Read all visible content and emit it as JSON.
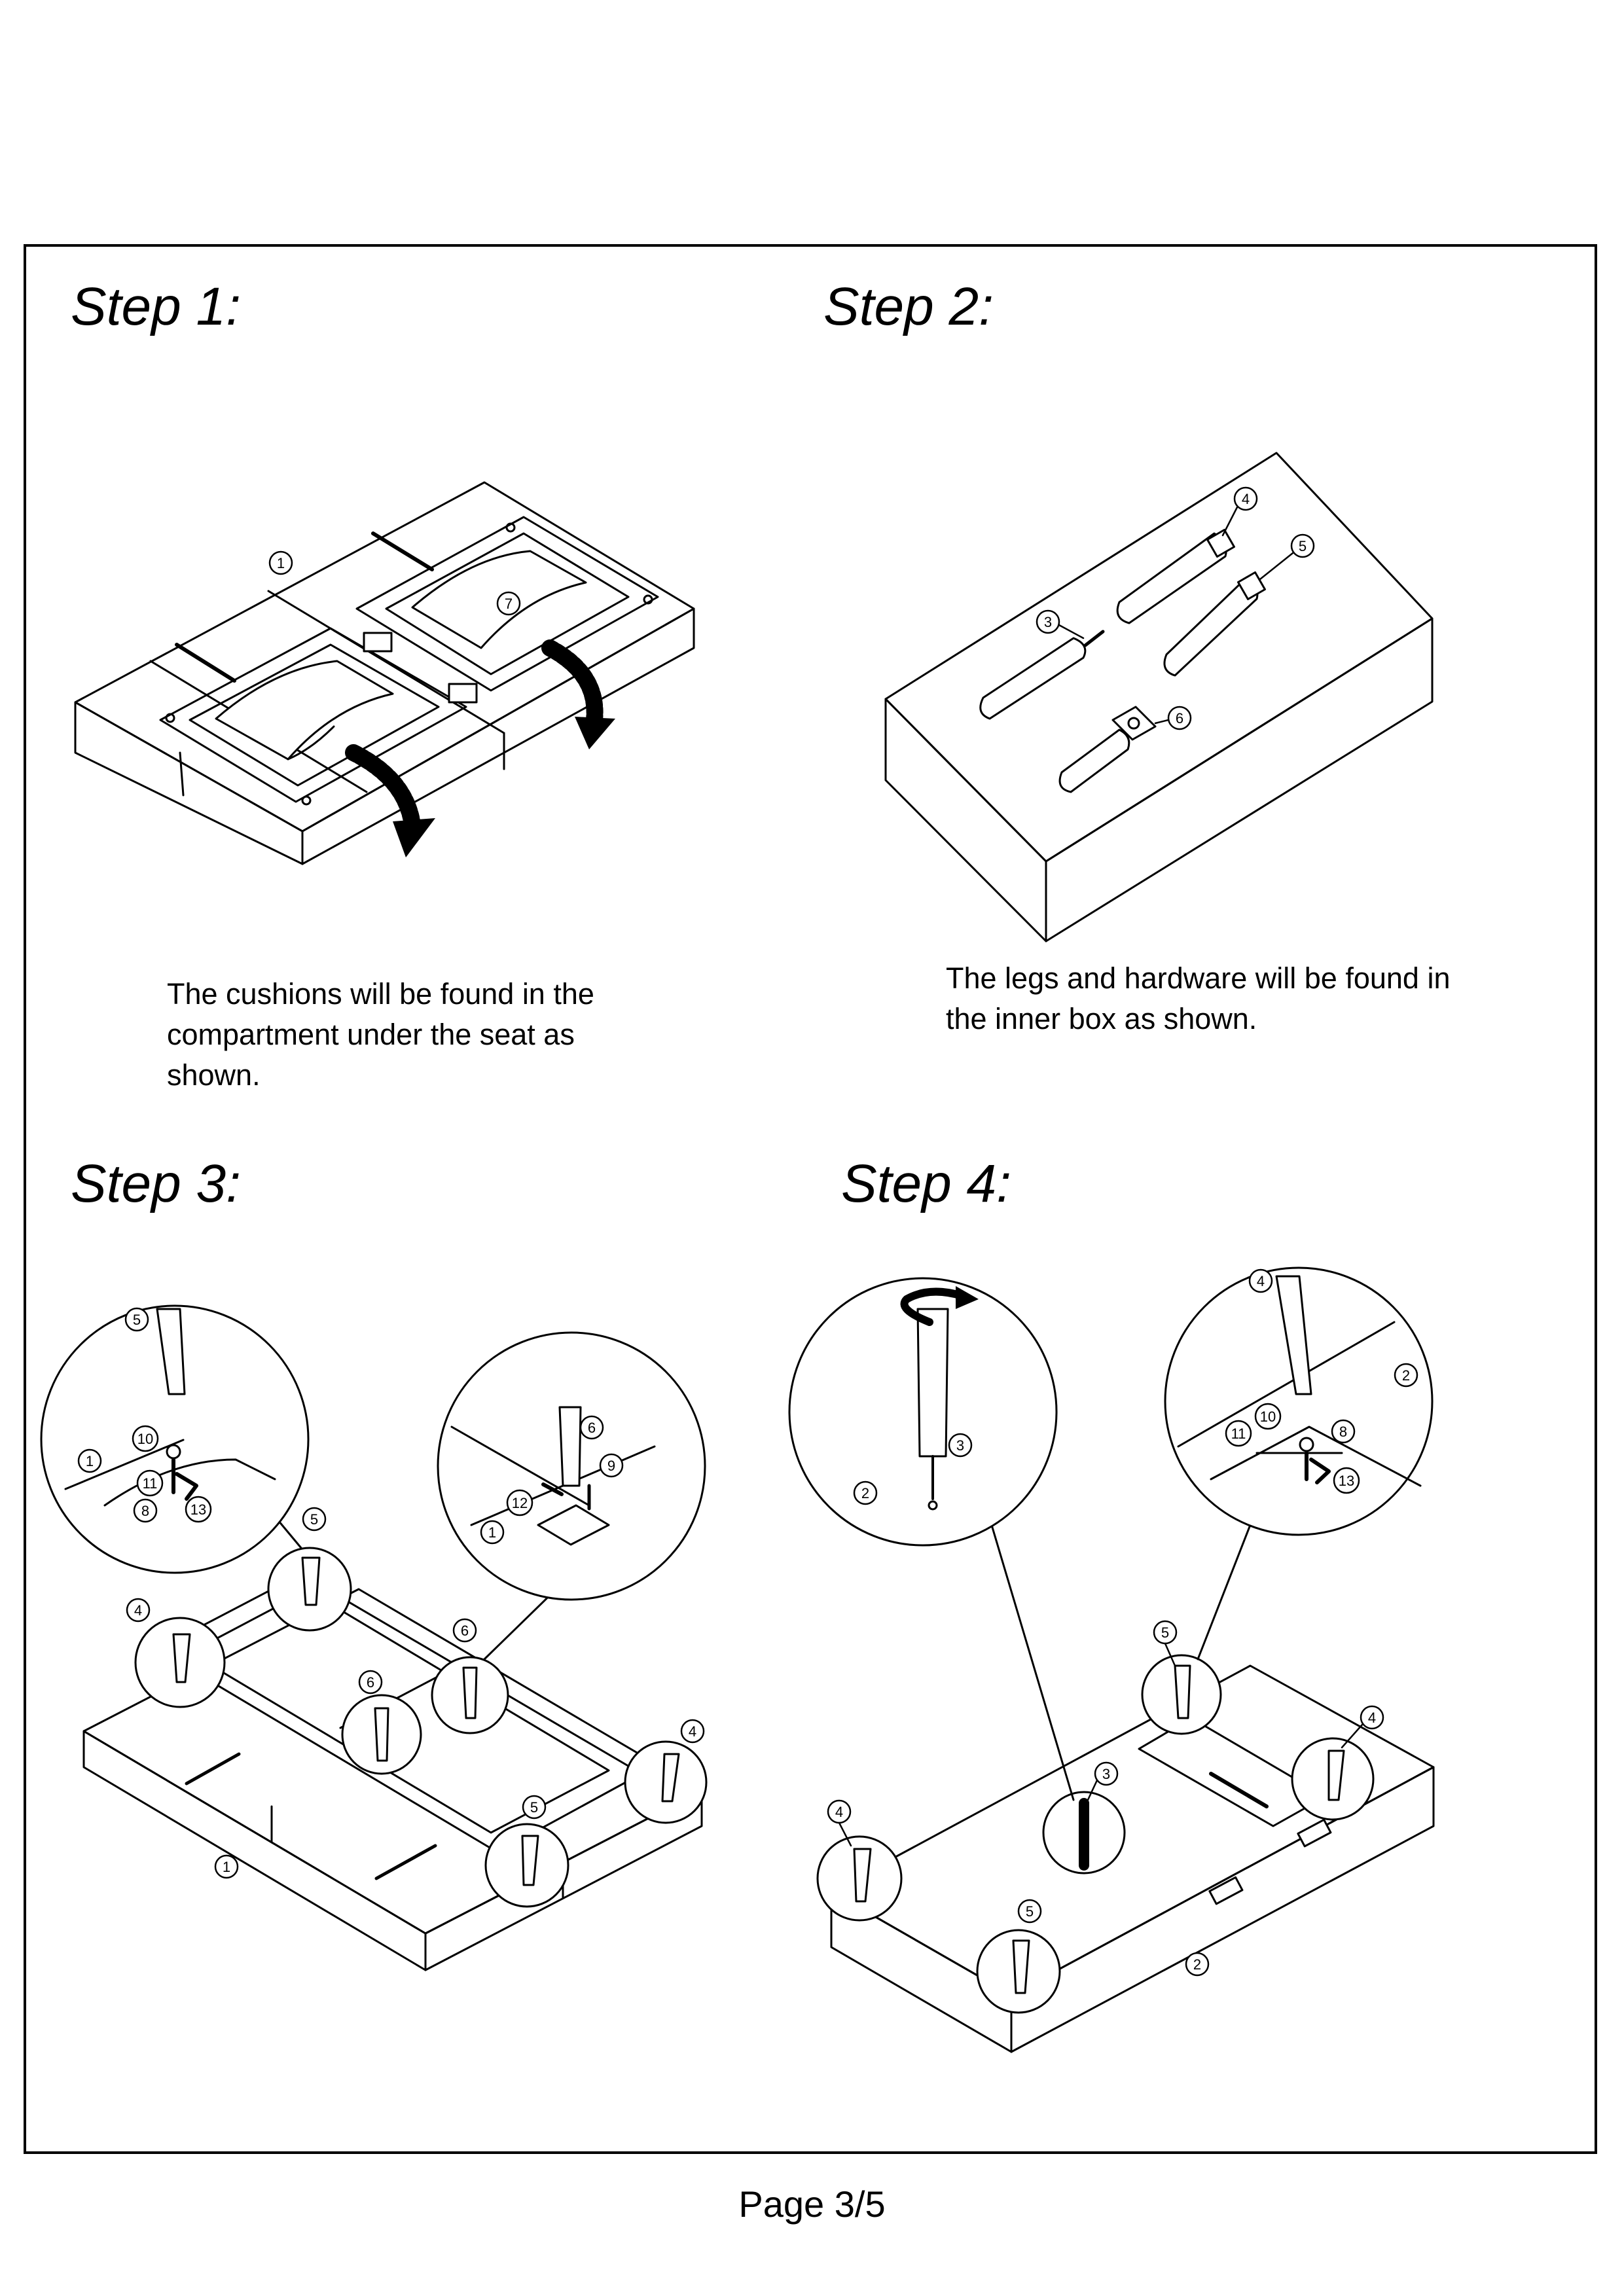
{
  "steps": [
    {
      "title": "Step 1:",
      "caption_lines": [
        "The cushions will be found in the",
        "compartment under the seat as",
        "shown."
      ],
      "callouts": [
        "1",
        "7"
      ]
    },
    {
      "title": "Step 2:",
      "caption_lines": [
        "The legs and hardware will be found in",
        "the inner box as shown."
      ],
      "callouts": [
        "4",
        "5",
        "3",
        "6"
      ]
    },
    {
      "title": "Step 3:",
      "caption_lines": [],
      "callouts": [
        "5",
        "10",
        "1",
        "11",
        "8",
        "13",
        "6",
        "9",
        "12",
        "1",
        "5",
        "4",
        "6",
        "6",
        "4",
        "5",
        "1"
      ]
    },
    {
      "title": "Step 4:",
      "caption_lines": [],
      "callouts": [
        "3",
        "2",
        "4",
        "2",
        "10",
        "11",
        "8",
        "13",
        "5",
        "4",
        "3",
        "4",
        "5",
        "2"
      ]
    }
  ],
  "footer": {
    "page_label": "Page 3/5"
  }
}
